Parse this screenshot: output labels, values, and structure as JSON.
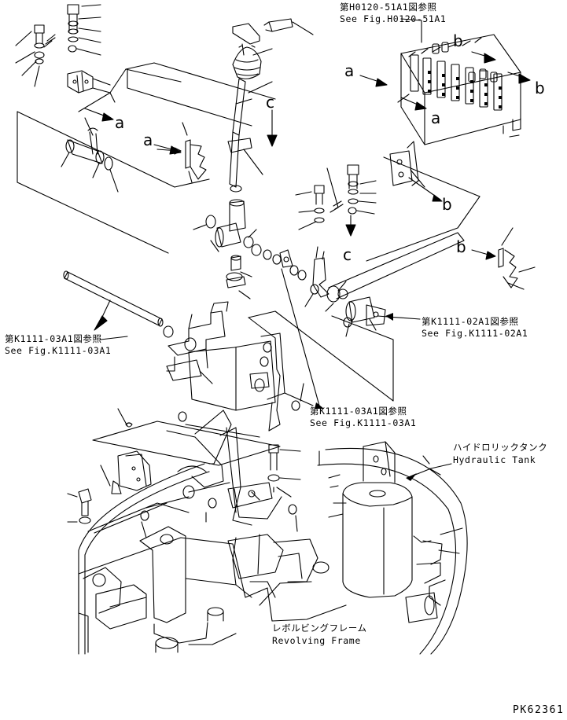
{
  "callouts": {
    "h0120_jp": "第H0120-51A1図参照",
    "h0120_en": "See Fig.H0120-51A1",
    "k1111_03_left_jp": "第K1111-03A1図参照",
    "k1111_03_left_en": "See Fig.K1111-03A1",
    "k1111_02_jp": "第K1111-02A1図参照",
    "k1111_02_en": "See Fig.K1111-02A1",
    "k1111_03_mid_jp": "第K1111-03A1図参照",
    "k1111_03_mid_en": "See Fig.K1111-03A1",
    "hydraulic_tank_jp": "ハイドロリックタンク",
    "hydraulic_tank_en": "Hydraulic Tank",
    "revolving_frame_jp": "レボルビングフレーム",
    "revolving_frame_en": "Revolving Frame"
  },
  "markers": {
    "a1": "a",
    "a2": "a",
    "a3": "a",
    "a4": "a",
    "b1": "b",
    "b2": "b",
    "b3": "b",
    "b4": "b",
    "c1": "c",
    "c2": "c"
  },
  "drawing_code": "PK62361",
  "colors": {
    "ink": "#000000",
    "paper": "#ffffff"
  }
}
